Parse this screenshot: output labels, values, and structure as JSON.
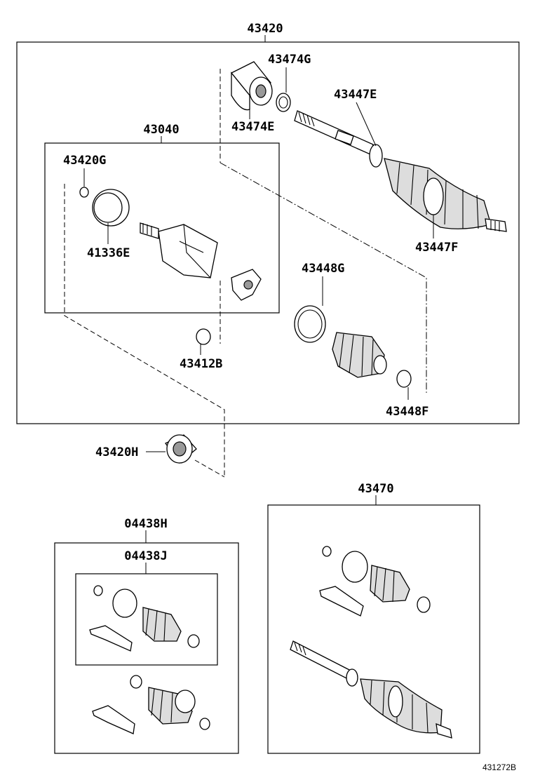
{
  "labels": {
    "assembly_43420": "43420",
    "grommet_43474G": "43474G",
    "damper_43474E": "43474E",
    "shaft_43447E": "43447E",
    "boot_43447F": "43447F",
    "joint_43040": "43040",
    "ring_43420G": "43420G",
    "clip_41336E": "41336E",
    "clamp_43448G": "43448G",
    "ring_43412B": "43412B",
    "clamp_43448F": "43448F",
    "bearing_43420H": "43420H",
    "kit_04438H": "04438H",
    "kit_04438J": "04438J",
    "assembly_43470": "43470"
  },
  "reference_code": "431272B"
}
